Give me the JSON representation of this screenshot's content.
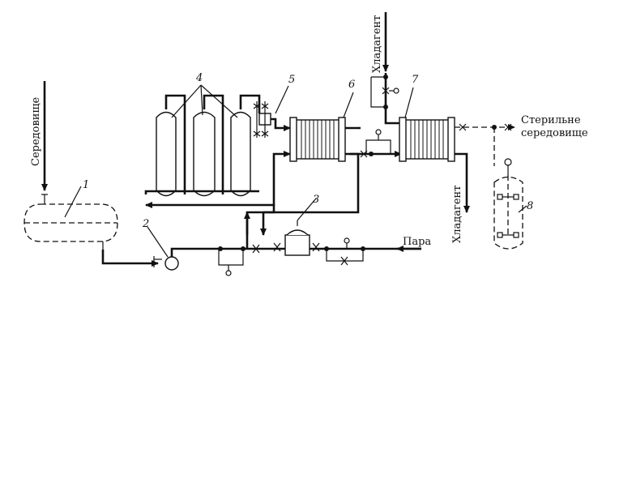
{
  "labels": {
    "medium_in": "Середовище",
    "coolant_in": "Хладагент",
    "coolant_out": "Хладагент",
    "steam": "Пара",
    "sterile_out_line1": "Стерильне",
    "sterile_out_line2": "середовище"
  },
  "numbers": {
    "n1": "1",
    "n2": "2",
    "n3": "3",
    "n4": "4",
    "n5": "5",
    "n6": "6",
    "n7": "7",
    "n8": "8"
  }
}
